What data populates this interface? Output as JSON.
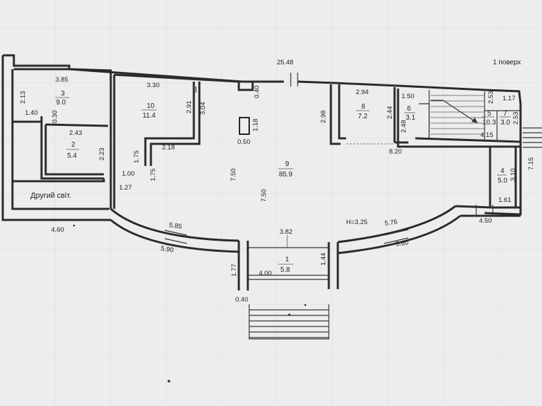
{
  "floor_label": "1 поверх",
  "second_light": "Другий світ.",
  "height_note": "H=3.25",
  "rooms": [
    {
      "num": "1",
      "area": "5.8"
    },
    {
      "num": "2",
      "area": "5.4"
    },
    {
      "num": "3",
      "area": "9.0"
    },
    {
      "num": "4",
      "area": "5.0"
    },
    {
      "num": "5",
      "area": "10.3"
    },
    {
      "num": "6",
      "area": "3.1"
    },
    {
      "num": "7",
      "area": "3.0"
    },
    {
      "num": "8",
      "area": "7.2"
    },
    {
      "num": "9",
      "area": "85.9"
    },
    {
      "num": "10",
      "area": "11.4"
    }
  ],
  "dims": {
    "d_25_48": "25.48",
    "d_3_85": "3.85",
    "d_2_13": "2.13",
    "d_1_40": "1.40",
    "d_0_30": "0.30",
    "d_2_43": "2.43",
    "d_2_23": "2.23",
    "d_1_00": "1.00",
    "d_1_27": "1.27",
    "d_4_60": "4.60",
    "d_3_30": "3.30",
    "d_2_91": "2.91",
    "d_3_04": "3.04",
    "d_1_75a": "1.75",
    "d_1_75b": "1.75",
    "d_2_18": "2.18",
    "d_0_40top": "0.40",
    "d_1_18": "1.18",
    "d_0_50": "0.50",
    "d_7_50a": "7.50",
    "d_7_50b": "7.50",
    "d_2_98": "2.98",
    "d_2_94": "2.94",
    "d_2_44": "2.44",
    "d_8_20": "8.20",
    "d_1_50": "1.50",
    "d_2_48": "2.48",
    "d_2_53a": "2.53",
    "d_2_53b": "2.53",
    "d_1_17": "1.17",
    "d_4_15": "4.15",
    "d_3_10": "3.10",
    "d_1_61": "1.61",
    "d_7_15": "7.15",
    "d_4_50": "4.50",
    "d_5_85": "5.85",
    "d_5_90": "5.90",
    "d_3_82": "3.82",
    "d_5_76": "5.76",
    "d_5_80": "5.80",
    "d_1_77": "1.77",
    "d_4_00": "4.00",
    "d_1_44": "1.44",
    "d_0_40bot": "0.40"
  }
}
